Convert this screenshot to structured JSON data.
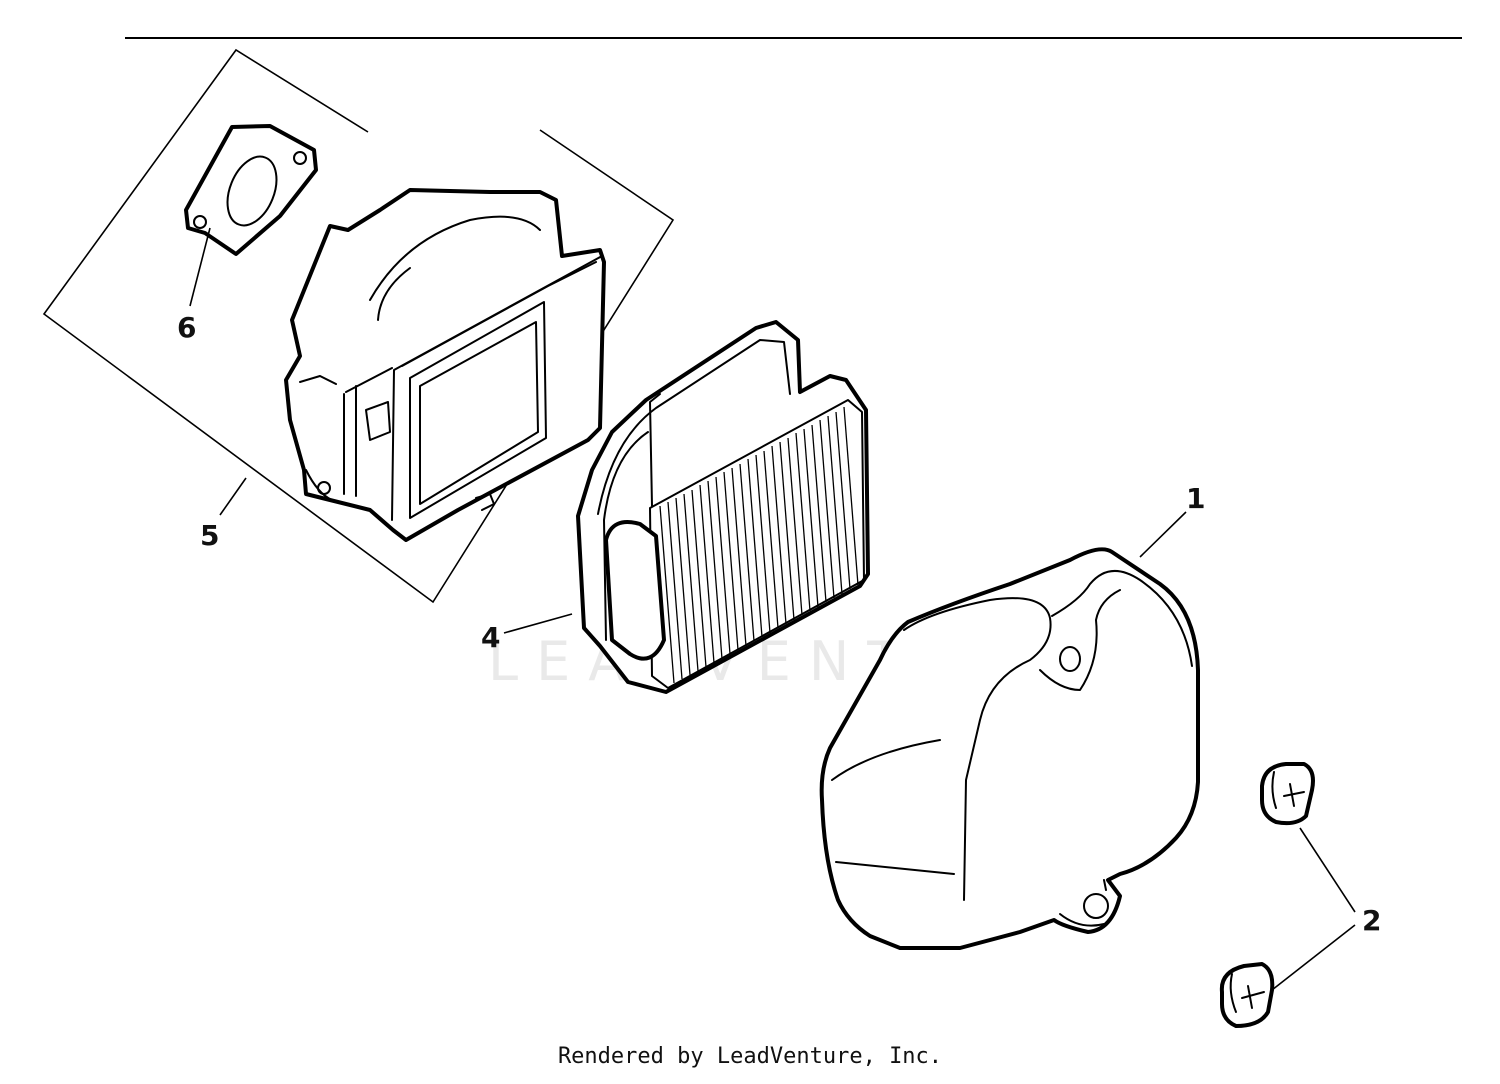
{
  "diagram": {
    "callouts": {
      "part_1": "1",
      "part_2": "2",
      "part_4": "4",
      "part_5": "5",
      "part_6": "6"
    },
    "watermark": "LEADVENTURE",
    "footer": "Rendered by LeadVenture, Inc."
  }
}
